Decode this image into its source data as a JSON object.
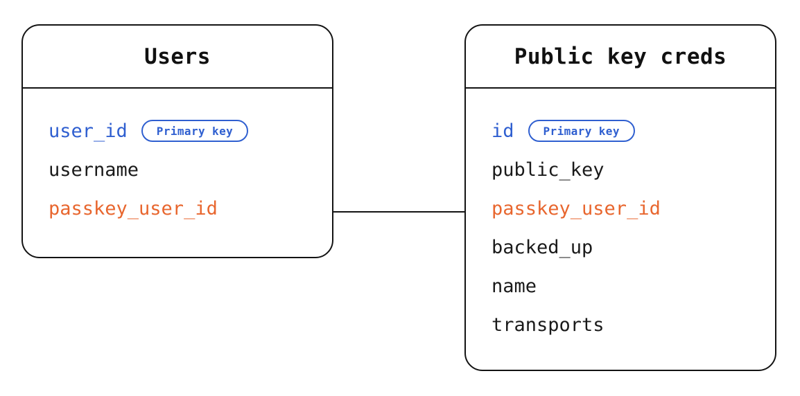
{
  "diagram": {
    "type": "entity-relationship-diagram",
    "background_color": "#ffffff",
    "colors": {
      "primary_key": "#2F5FD0",
      "foreign_key": "#E8662E",
      "border": "#131313",
      "text": "#1a1a1a"
    },
    "entities": [
      {
        "id": "users",
        "title": "Users",
        "fields": [
          {
            "name": "user_id",
            "role": "primary_key",
            "badge": "Primary key"
          },
          {
            "name": "username",
            "role": "plain",
            "badge": null
          },
          {
            "name": "passkey_user_id",
            "role": "foreign_key",
            "badge": null
          }
        ]
      },
      {
        "id": "public-key-creds",
        "title": "Public key creds",
        "fields": [
          {
            "name": "id",
            "role": "primary_key",
            "badge": "Primary key"
          },
          {
            "name": "public_key",
            "role": "plain",
            "badge": null
          },
          {
            "name": "passkey_user_id",
            "role": "foreign_key",
            "badge": null
          },
          {
            "name": "backed_up",
            "role": "plain",
            "badge": null
          },
          {
            "name": "name",
            "role": "plain",
            "badge": null
          },
          {
            "name": "transports",
            "role": "plain",
            "badge": null
          }
        ]
      }
    ],
    "relationships": [
      {
        "from_entity": "users",
        "from_field": "passkey_user_id",
        "to_entity": "public-key-creds",
        "to_field": "passkey_user_id",
        "style": "solid-line"
      }
    ]
  }
}
